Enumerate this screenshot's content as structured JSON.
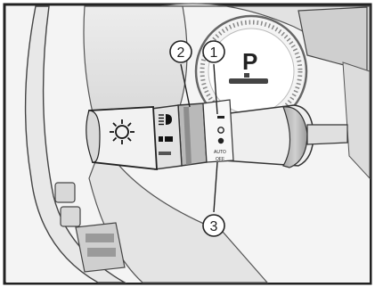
{
  "callouts": [
    {
      "number": "1"
    },
    {
      "number": "2"
    },
    {
      "number": "3"
    }
  ],
  "gear_indicator": "P",
  "switch_marks": {
    "auto": "AUTO",
    "off": "OFF"
  },
  "icons": [
    "headlight-sun-icon",
    "high-beam-icon",
    "fog-light-icon"
  ]
}
